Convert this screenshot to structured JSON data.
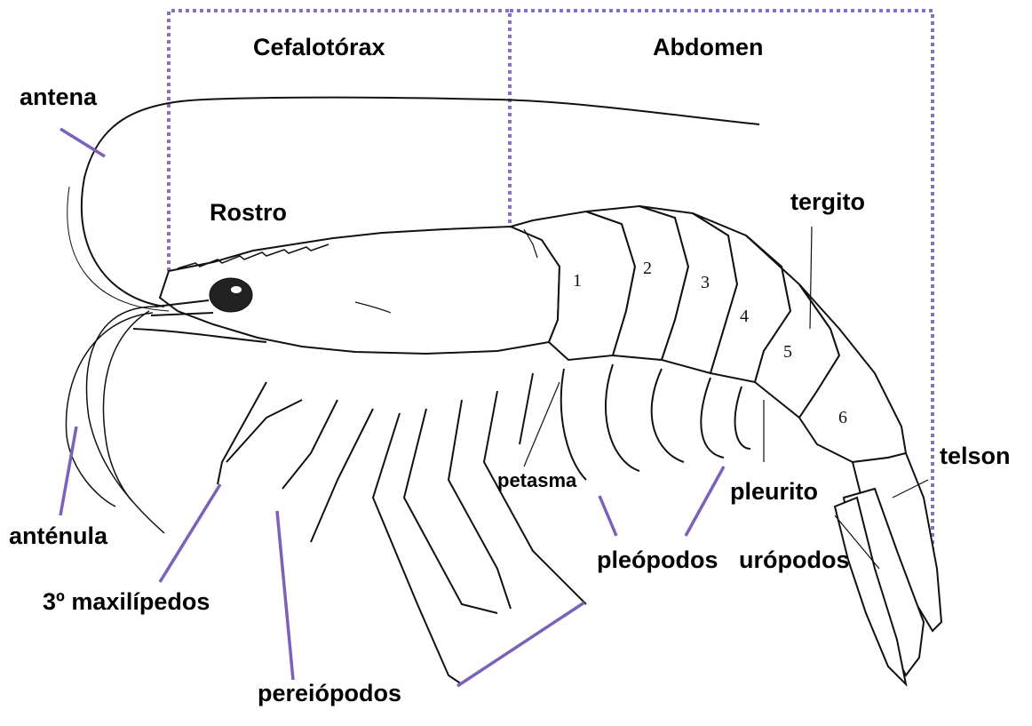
{
  "colors": {
    "region_border": "#8a6fc0",
    "leader_line": "#7b61b8",
    "outline": "#111111",
    "background": "#ffffff"
  },
  "regions": {
    "cephalothorax": "Cefalotórax",
    "abdomen": "Abdomen"
  },
  "labels": {
    "antenna": "antena",
    "rostrum": "Rostro",
    "tergite": "tergito",
    "telson": "telson",
    "antennule": "anténula",
    "maxillipeds": "3º maxilípedos",
    "petasma": "petasma",
    "pleurite": "pleurito",
    "pleopods": "pleópodos",
    "uropods": "urópodos",
    "pereiopods": "pereiópodos"
  },
  "segments": [
    "1",
    "2",
    "3",
    "4",
    "5",
    "6"
  ]
}
